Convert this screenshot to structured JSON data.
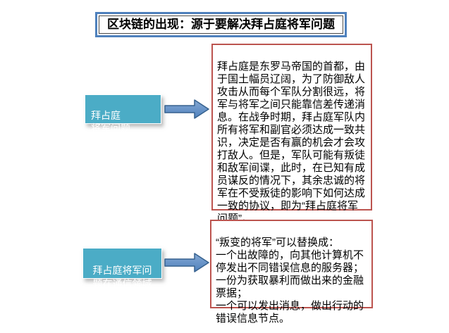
{
  "colors": {
    "title_border": "#4F81BD",
    "title_inner_border": "#4A4A4A",
    "arrow_fill": "#4F81BD",
    "arrow_fill_light": "#85A9D4",
    "arrow_stroke": "#36618E",
    "teal_fill": "#4BACC6",
    "teal_text": "#FFFFFF",
    "red_border": "#BC544F",
    "body_text": "#000000"
  },
  "title": {
    "text": "区块链的出现：源于要解决拜占庭将军问题"
  },
  "rows": [
    {
      "label": "拜占庭\n将军问题",
      "detail": "拜占庭是东罗马帝国的首都，由\n于国土幅员辽阔，为了防御敌人\n攻击从而每个军队分割很远，将\n军与将军之间只能靠信差传递消\n息。在战争时期，拜占庭军队内\n所有将军和副官必须达成一致共\n识，决定是否有赢的机会才会攻\n打敌人。但是，军队可能有叛徒\n和敌军间谍，此时，在已知有成\n员谋反的情况下，其余忠诚的将\n军在不受叛徒的影响下如何达成\n一致的协议，即为“拜占庭将军\n问题”。"
    },
    {
      "label": "拜占庭将军问\n题在通信领域",
      "detail": "“叛变的将军”可以替换成：\n一个出故障的，向其他计算机不\n停发出不同错误信息的服务器；\n一份为获取暴利而做出来的金融\n票据；\n一个可以发出消息，做出行动的\n错误信息节点。"
    }
  ],
  "icons": {
    "connector": "right-block-arrow"
  }
}
